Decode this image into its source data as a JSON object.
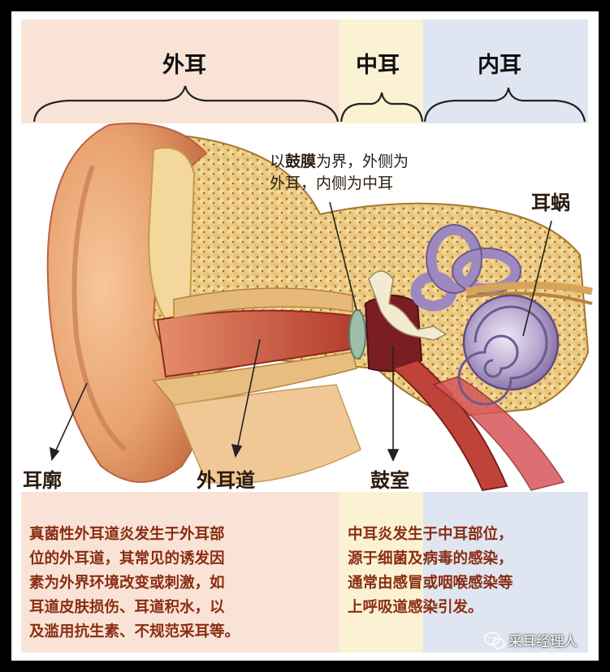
{
  "sections": {
    "outer": "外耳",
    "middle": "中耳",
    "inner": "内耳"
  },
  "annotation": {
    "prefix": "以",
    "keyword": "鼓膜",
    "line1_rest": "为界，外侧为",
    "line2": "外耳，内侧为中耳"
  },
  "labels": {
    "cochlea": "耳蜗",
    "auricle": "耳廓",
    "ear_canal": "外耳道",
    "tympanic_cavity": "鼓室"
  },
  "descriptions": {
    "outer_lines": [
      "真菌性外耳道炎发生于外耳部",
      "位的外耳道，其常见的诱发因",
      "素为外界环境改变或刺激，如",
      "耳道皮肤损伤、耳道积水，以",
      "及滥用抗生素、不规范采耳等。"
    ],
    "middle_lines": [
      "中耳炎发生于中耳部位，",
      "源于细菌及病毒的感染，",
      "通常由感冒或咽喉感染等",
      "上呼吸道感染引发。"
    ]
  },
  "watermark": "采耳经理人",
  "colors": {
    "outer_zone": "#f9e3d6",
    "middle_zone": "#fbf2d4",
    "inner_zone": "#dfe6f2",
    "text_description": "#8a2d12"
  }
}
